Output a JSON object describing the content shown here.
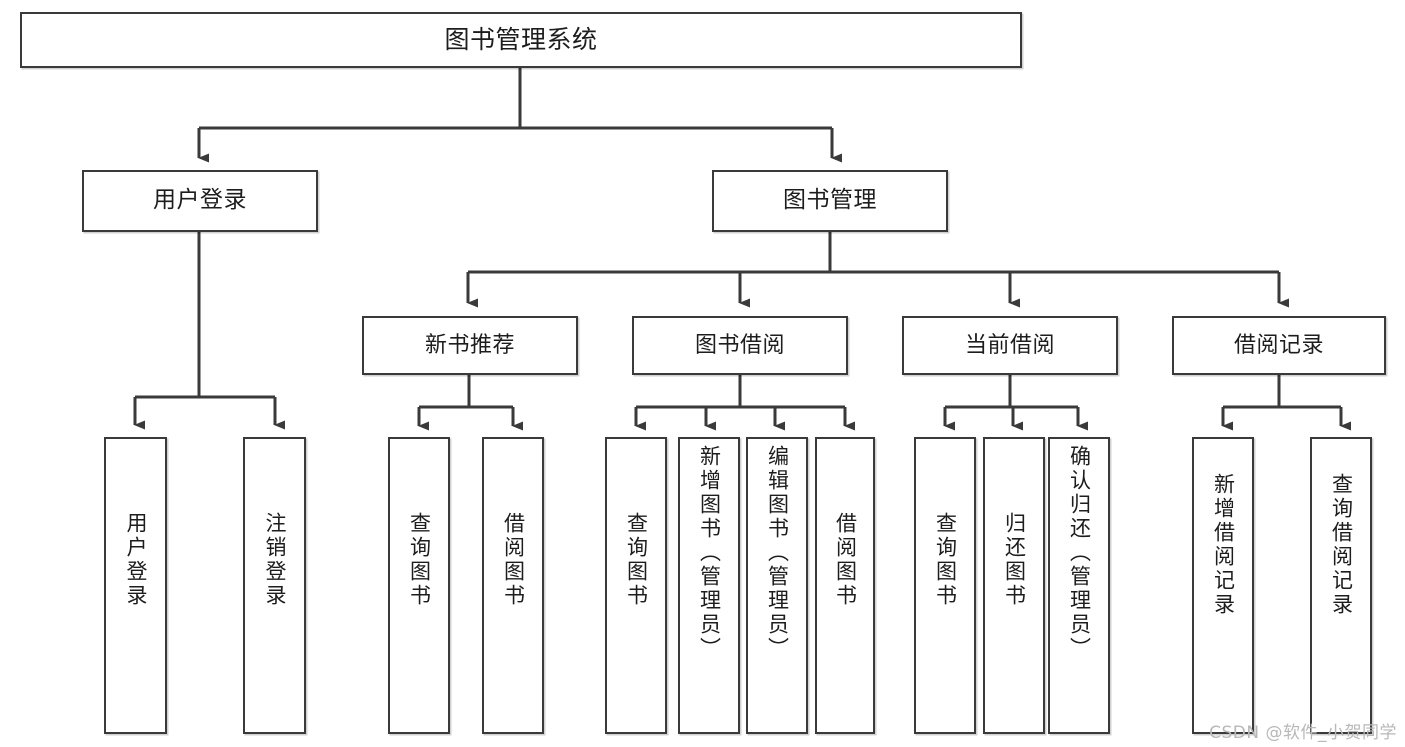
{
  "diagram": {
    "type": "tree-hierarchy",
    "title": "图书管理系统",
    "orientation": "top-down",
    "colors": {
      "box_border": "#3a3a3a",
      "box_fill": "#ffffff",
      "edge": "#3a3a3a",
      "text": "#1d1d1d",
      "watermark": "#b8b8b8"
    },
    "nodes": {
      "root": {
        "label": "图书管理系统",
        "level": 1
      },
      "user_login": {
        "label": "用户登录",
        "level": 2
      },
      "book_manage": {
        "label": "图书管理",
        "level": 2
      },
      "new_book_rec": {
        "label": "新书推荐",
        "level": 3
      },
      "book_borrow": {
        "label": "图书借阅",
        "level": 3
      },
      "current_borrow": {
        "label": "当前借阅",
        "level": 3
      },
      "borrow_record": {
        "label": "借阅记录",
        "level": 3
      },
      "leaf_user_login": {
        "label": "用户登录",
        "level": 4
      },
      "leaf_logout": {
        "label": "注销登录",
        "level": 4
      },
      "leaf_query_book_1": {
        "label": "查询图书",
        "level": 4
      },
      "leaf_borrow_book_1": {
        "label": "借阅图书",
        "level": 4
      },
      "leaf_query_book_2": {
        "label": "查询图书",
        "level": 4
      },
      "leaf_add_book": {
        "label": "新增图书（管理员）",
        "level": 4
      },
      "leaf_edit_book": {
        "label": "编辑图书（管理员）",
        "level": 4
      },
      "leaf_borrow_book_2": {
        "label": "借阅图书",
        "level": 4
      },
      "leaf_query_book_3": {
        "label": "查询图书",
        "level": 4
      },
      "leaf_return_book": {
        "label": "归还图书",
        "level": 4
      },
      "leaf_confirm_return": {
        "label": "确认归还（管理员）",
        "level": 4
      },
      "leaf_add_record": {
        "label": "新增借阅记录",
        "level": 4
      },
      "leaf_query_record": {
        "label": "查询借阅记录",
        "level": 4
      }
    },
    "edges": [
      {
        "from": "root",
        "to": "user_login"
      },
      {
        "from": "root",
        "to": "book_manage"
      },
      {
        "from": "book_manage",
        "to": "new_book_rec"
      },
      {
        "from": "book_manage",
        "to": "book_borrow"
      },
      {
        "from": "book_manage",
        "to": "current_borrow"
      },
      {
        "from": "book_manage",
        "to": "borrow_record"
      },
      {
        "from": "user_login",
        "to": "leaf_user_login"
      },
      {
        "from": "user_login",
        "to": "leaf_logout"
      },
      {
        "from": "new_book_rec",
        "to": "leaf_query_book_1"
      },
      {
        "from": "new_book_rec",
        "to": "leaf_borrow_book_1"
      },
      {
        "from": "book_borrow",
        "to": "leaf_query_book_2"
      },
      {
        "from": "book_borrow",
        "to": "leaf_add_book"
      },
      {
        "from": "book_borrow",
        "to": "leaf_edit_book"
      },
      {
        "from": "book_borrow",
        "to": "leaf_borrow_book_2"
      },
      {
        "from": "current_borrow",
        "to": "leaf_query_book_3"
      },
      {
        "from": "current_borrow",
        "to": "leaf_return_book"
      },
      {
        "from": "current_borrow",
        "to": "leaf_confirm_return"
      },
      {
        "from": "borrow_record",
        "to": "leaf_add_record"
      },
      {
        "from": "borrow_record",
        "to": "leaf_query_record"
      }
    ]
  },
  "watermark": {
    "text": "CSDN @软件_小贺同学"
  }
}
